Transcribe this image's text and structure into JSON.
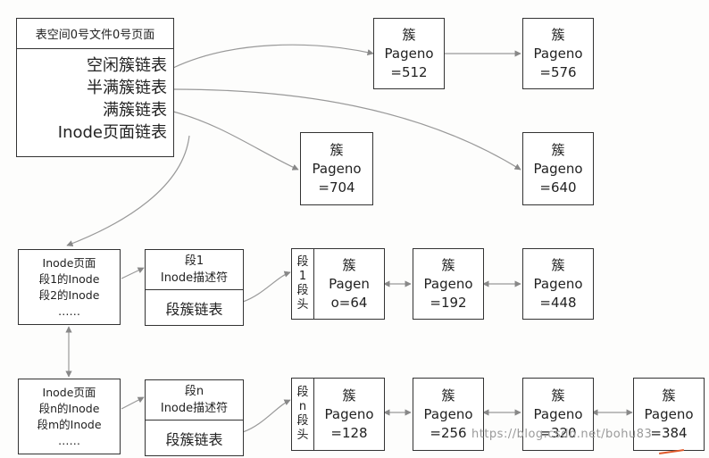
{
  "header": {
    "title": "表空间0号文件0号页面"
  },
  "header_list": [
    "空闲簇链表",
    "半满簇链表",
    "满簇链表",
    "Inode页面链表"
  ],
  "top_pages": [
    {
      "label": "簇",
      "line1": "Pageno",
      "line2": "=512"
    },
    {
      "label": "簇",
      "line1": "Pageno",
      "line2": "=576"
    },
    {
      "label": "簇",
      "line1": "Pageno",
      "line2": "=704"
    },
    {
      "label": "簇",
      "line1": "Pageno",
      "line2": "=640"
    }
  ],
  "inode1": {
    "lines": [
      "Inode页面",
      "段1的Inode",
      "段2的Inode",
      "……"
    ]
  },
  "seg1": {
    "title": "段1",
    "desc": "Inode描述符",
    "list": "段簇链表"
  },
  "seg1_head": [
    "段",
    "1",
    "段",
    "头"
  ],
  "seg1_pages": [
    {
      "label": "簇",
      "line1": "Pagen",
      "line2": "o=64"
    },
    {
      "label": "簇",
      "line1": "Pageno",
      "line2": "=192"
    },
    {
      "label": "簇",
      "line1": "Pageno",
      "line2": "=448"
    }
  ],
  "inode2": {
    "lines": [
      "Inode页面",
      "段n的Inode",
      "段m的Inode",
      "……"
    ]
  },
  "segn": {
    "title": "段n",
    "desc": "Inode描述符",
    "list": "段簇链表"
  },
  "segn_head": [
    "段",
    "n",
    "段",
    "头"
  ],
  "segn_pages": [
    {
      "label": "簇",
      "line1": "Pageno",
      "line2": "=128"
    },
    {
      "label": "簇",
      "line1": "Pageno",
      "line2": "=256"
    },
    {
      "label": "簇",
      "line1": "Pageno",
      "line2": "=320"
    },
    {
      "label": "簇",
      "line1": "Pageno",
      "line2": "=384"
    }
  ],
  "watermark": "https://blog.csdn.net/bohu83",
  "colors": {
    "line": "#333333",
    "arrow": "#888888",
    "accent": "#e05a2b"
  }
}
